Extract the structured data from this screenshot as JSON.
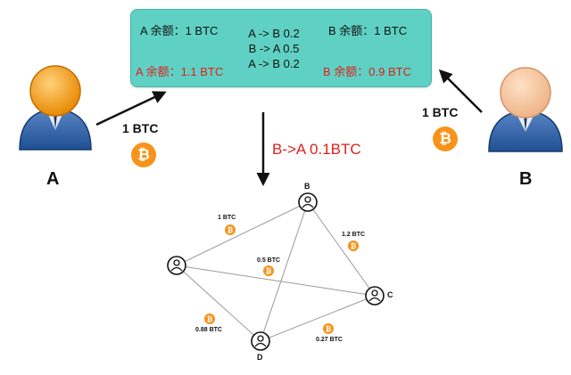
{
  "channel": {
    "a_balance_before": "A 余额：1 BTC",
    "b_balance_before": "B 余额：1 BTC",
    "a_balance_after": "A 余额：1.1 BTC",
    "b_balance_after": "B 余额：0.9 BTC",
    "transactions": [
      "A  -> B 0.2",
      "B -> A 0.5",
      "A -> B 0.2"
    ]
  },
  "users": {
    "a_label": "A",
    "b_label": "B",
    "a_deposit": "1 BTC",
    "b_deposit": "1 BTC"
  },
  "settlement_label": "B->A 0.1BTC",
  "network": {
    "nodes": [
      "B",
      "C",
      "D"
    ],
    "edge_amounts": [
      "1 BTC",
      "1.2 BTC",
      "0.5 BTC",
      "0.88 BTC",
      "0.27 BTC"
    ]
  },
  "colors": {
    "channel_bg": "#5fd1c4",
    "highlight_red": "#e0201b",
    "bitcoin_orange": "#f7931a"
  },
  "icons": {
    "coin": "₿"
  }
}
